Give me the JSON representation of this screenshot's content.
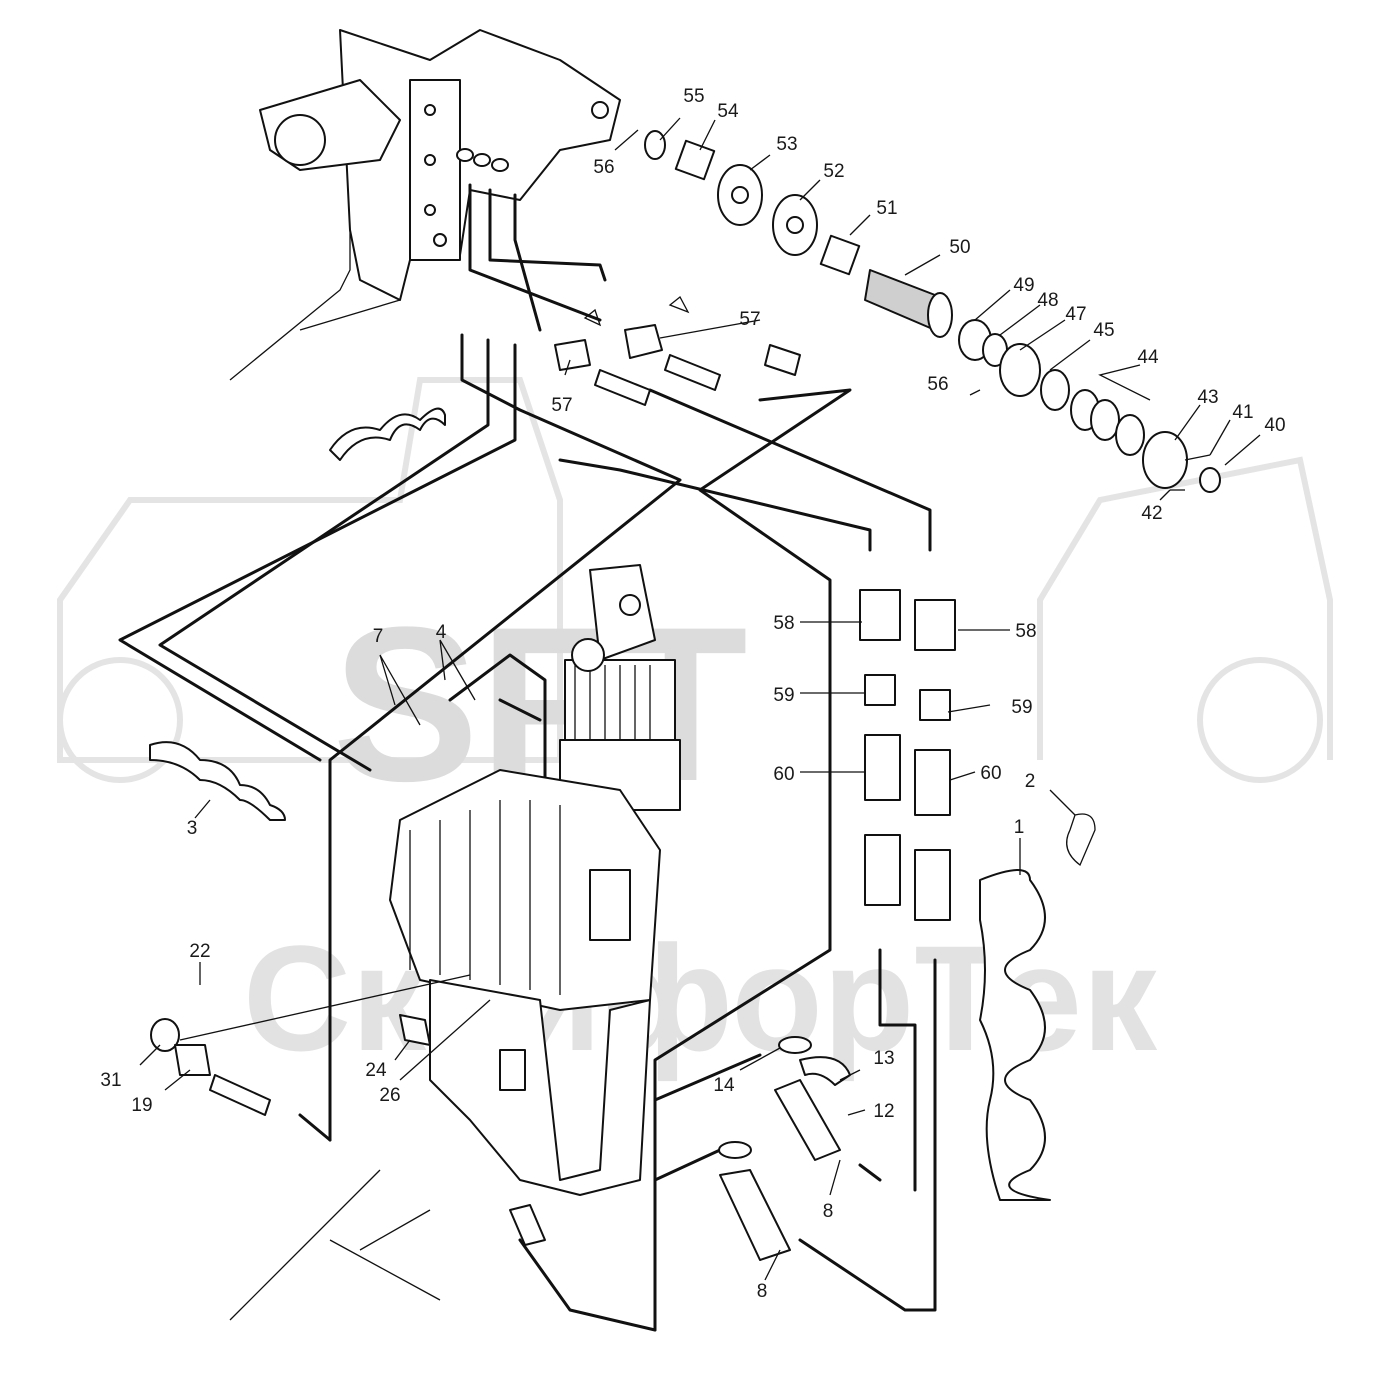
{
  "watermark": {
    "logo_text": "SFT",
    "company_text": "СкайфорТек"
  },
  "callouts": [
    {
      "id": "55",
      "label": "55"
    },
    {
      "id": "54",
      "label": "54"
    },
    {
      "id": "53",
      "label": "53"
    },
    {
      "id": "52",
      "label": "52"
    },
    {
      "id": "51",
      "label": "51"
    },
    {
      "id": "50",
      "label": "50"
    },
    {
      "id": "56a",
      "label": "56"
    },
    {
      "id": "49",
      "label": "49"
    },
    {
      "id": "48",
      "label": "48"
    },
    {
      "id": "47",
      "label": "47"
    },
    {
      "id": "45",
      "label": "45"
    },
    {
      "id": "44",
      "label": "44"
    },
    {
      "id": "56b",
      "label": "56"
    },
    {
      "id": "43",
      "label": "43"
    },
    {
      "id": "41",
      "label": "41"
    },
    {
      "id": "40",
      "label": "40"
    },
    {
      "id": "42",
      "label": "42"
    },
    {
      "id": "57a",
      "label": "57"
    },
    {
      "id": "57b",
      "label": "57"
    },
    {
      "id": "58a",
      "label": "58"
    },
    {
      "id": "58b",
      "label": "58"
    },
    {
      "id": "59a",
      "label": "59"
    },
    {
      "id": "59b",
      "label": "59"
    },
    {
      "id": "60a",
      "label": "60"
    },
    {
      "id": "60b",
      "label": "60"
    },
    {
      "id": "7",
      "label": "7"
    },
    {
      "id": "4",
      "label": "4"
    },
    {
      "id": "3",
      "label": "3"
    },
    {
      "id": "2",
      "label": "2"
    },
    {
      "id": "1",
      "label": "1"
    },
    {
      "id": "22",
      "label": "22"
    },
    {
      "id": "31",
      "label": "31"
    },
    {
      "id": "19",
      "label": "19"
    },
    {
      "id": "24",
      "label": "24"
    },
    {
      "id": "26",
      "label": "26"
    },
    {
      "id": "14",
      "label": "14"
    },
    {
      "id": "13",
      "label": "13"
    },
    {
      "id": "12",
      "label": "12"
    },
    {
      "id": "8a",
      "label": "8"
    },
    {
      "id": "8b",
      "label": "8"
    }
  ]
}
